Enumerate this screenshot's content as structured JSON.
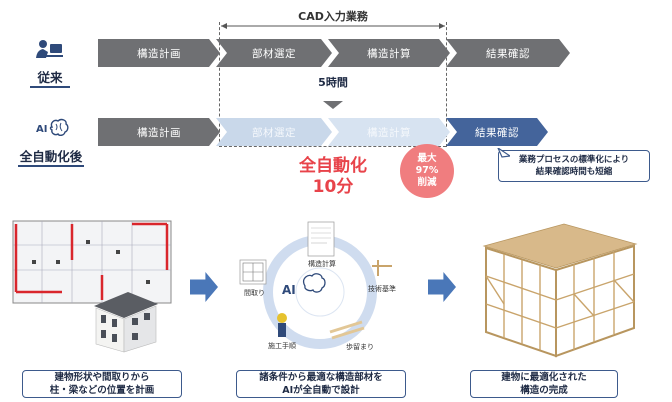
{
  "cad_label": "CAD入力業務",
  "rows": {
    "conventional": {
      "label": "従来",
      "steps": [
        "構造計画",
        "部材選定",
        "構造計算",
        "結果確認"
      ]
    },
    "automated": {
      "label": "全自動化後",
      "icon_text": "AI",
      "steps": [
        "構造計画",
        "部材選定",
        "構造計算",
        "結果確認"
      ]
    }
  },
  "time_label": "5時間",
  "auto_label_line1": "全自動化",
  "auto_label_line2": "10分",
  "badge": {
    "line1": "最大",
    "line2": "97%",
    "line3": "削減"
  },
  "callout": {
    "line1": "業務プロセスの標準化により",
    "line2": "結果確認時間も短縮"
  },
  "ai_cycle": {
    "center": "AI",
    "items": [
      "構造計算",
      "技術基準",
      "歩留まり",
      "施工手順",
      "間取り"
    ]
  },
  "bottom_boxes": [
    {
      "line1": "建物形状や間取りから",
      "line2": "柱・梁などの位置を計画"
    },
    {
      "line1": "諸条件から最適な構造部材を",
      "line2": "AIが全自動で設計"
    },
    {
      "line1": "建物に最適化された",
      "line2": "構造の完成"
    }
  ],
  "colors": {
    "gray_step": "#6f7073",
    "faded_step": "#c9d8ea",
    "result_step": "#44649b",
    "accent_red": "#e8434a",
    "badge_fill": "#f07d7f",
    "arrow_blue": "#4a77b8"
  }
}
